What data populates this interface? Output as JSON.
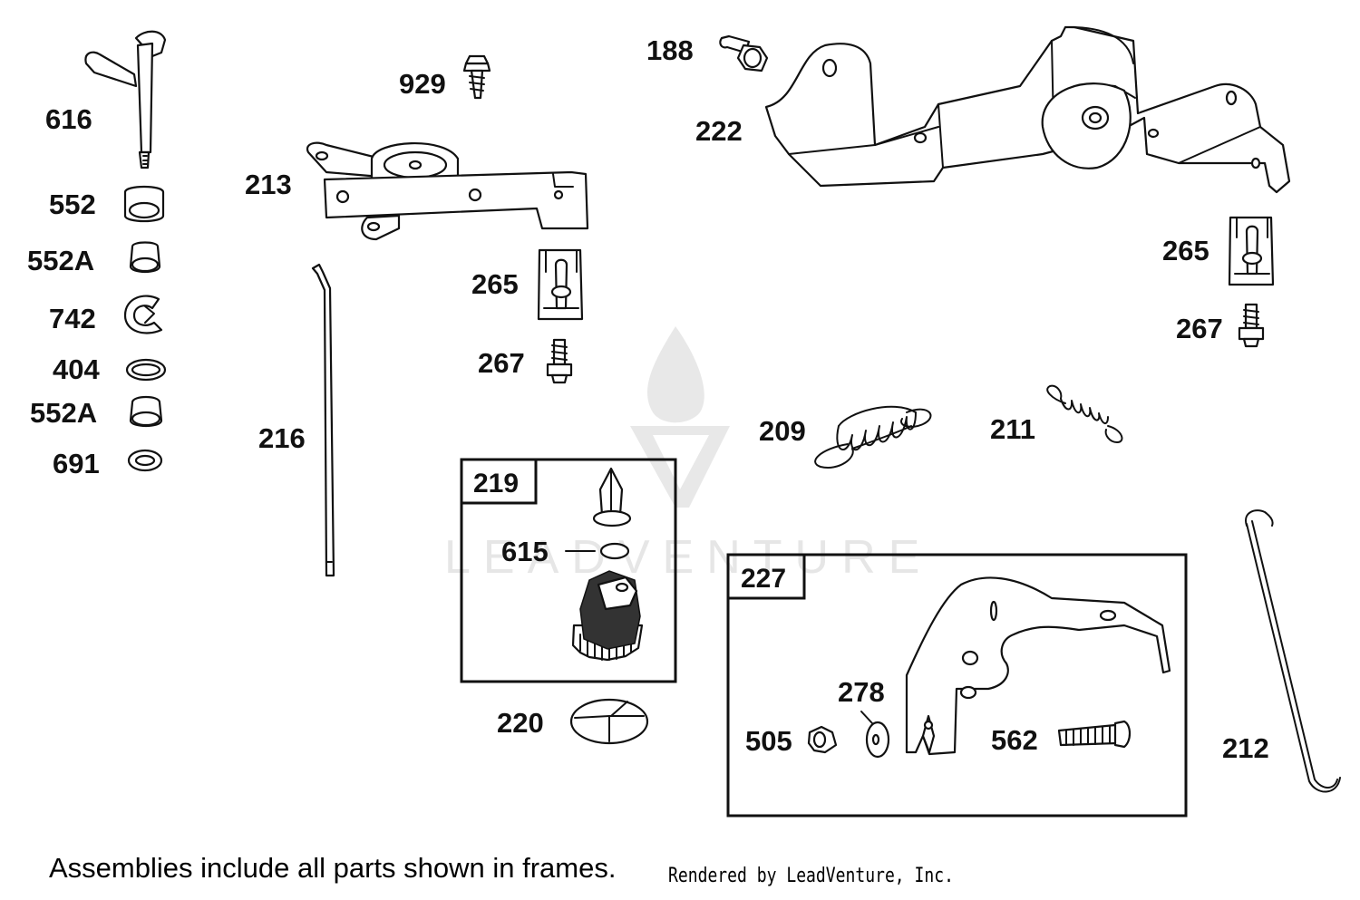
{
  "labels": {
    "p616": "616",
    "p552": "552",
    "p552a_top": "552A",
    "p742": "742",
    "p404": "404",
    "p552a_bottom": "552A",
    "p691": "691",
    "p929": "929",
    "p213": "213",
    "p216": "216",
    "p265_mid": "265",
    "p267_mid": "267",
    "p188": "188",
    "p222": "222",
    "p265_right": "265",
    "p267_right": "267",
    "p209": "209",
    "p211": "211",
    "p219": "219",
    "p615": "615",
    "p220": "220",
    "p227": "227",
    "p278": "278",
    "p505": "505",
    "p562": "562",
    "p212": "212"
  },
  "footer": {
    "note": "Assemblies include all parts shown in frames.",
    "credit": "Rendered by LeadVenture, Inc."
  },
  "watermark": {
    "text": "LEADVENTURE"
  },
  "colors": {
    "line": "#111111",
    "background": "#ffffff",
    "watermark": "#e6e6e6"
  }
}
